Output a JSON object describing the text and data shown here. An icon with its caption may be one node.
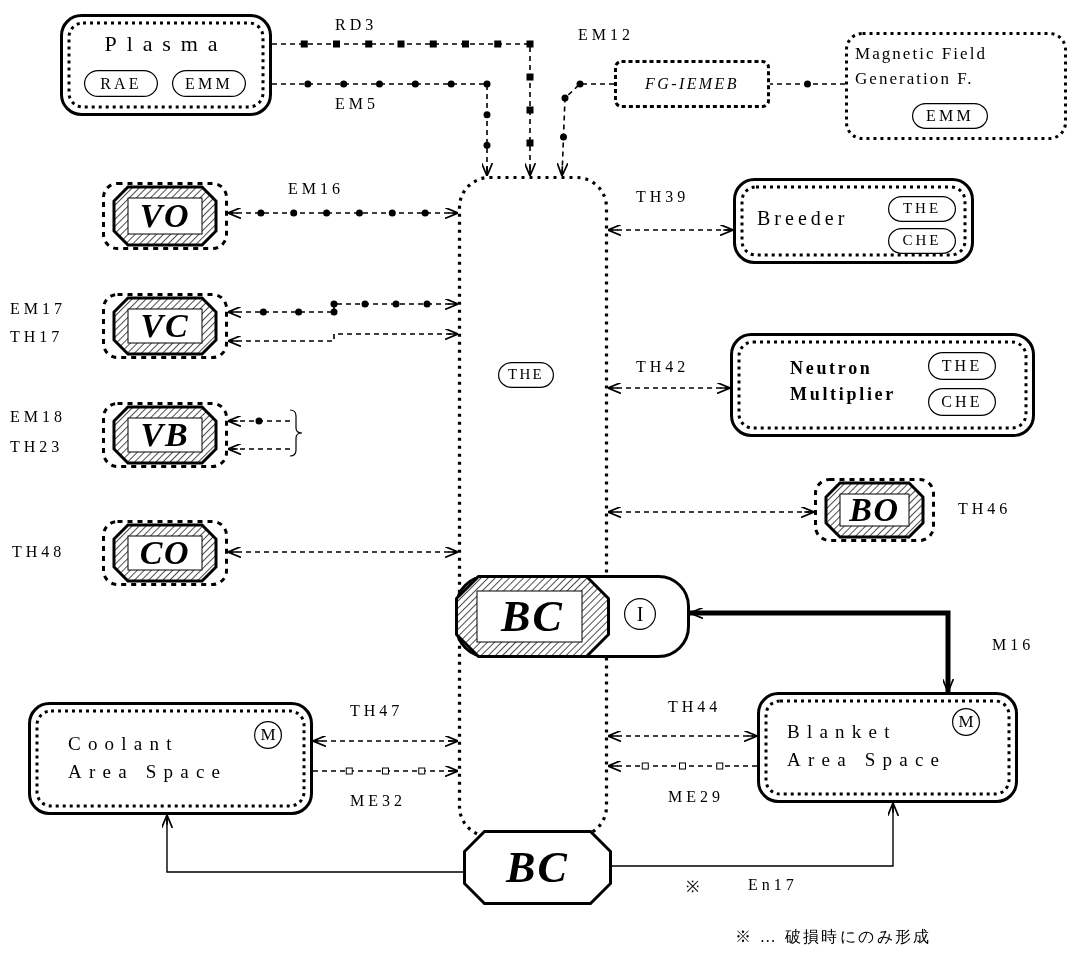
{
  "diagram": {
    "nodes": [
      {
        "text": [
          "Plasma"
        ]
      },
      {
        "text": [
          "RAE"
        ],
        "in": 0
      },
      {
        "text": [
          "EMM"
        ],
        "in": 0
      },
      {
        "text": [
          "FG-IEMEB"
        ]
      },
      {
        "text": [
          "Magnetic Field Generation F."
        ]
      },
      {
        "text": [
          "EMM"
        ],
        "in": 4
      },
      {
        "text": [],
        "shape": "box"
      },
      {
        "text": [
          "THE"
        ],
        "in": 6
      },
      {
        "text": [
          "VO"
        ]
      },
      {
        "text": [
          "VC"
        ],
        "beside": [
          "EM17",
          "TH17"
        ]
      },
      {
        "text": [
          "VB"
        ],
        "beside": [
          "EM18",
          "TH23"
        ]
      },
      {
        "text": [
          "CO"
        ],
        "beside": [
          "TH48"
        ]
      },
      {
        "text": [
          "Breeder"
        ]
      },
      {
        "text": [
          "THE"
        ],
        "in": 12
      },
      {
        "text": [
          "CHE"
        ],
        "in": 12
      },
      {
        "text": [
          "Neutron Multiplier"
        ]
      },
      {
        "text": [
          "THE"
        ],
        "in": 15
      },
      {
        "text": [
          "CHE"
        ],
        "in": 15
      },
      {
        "text": [
          "BO"
        ],
        "beside": [
          "TH46"
        ]
      },
      {
        "text": [],
        "shape": "box"
      },
      {
        "text": [
          "BC"
        ]
      },
      {
        "text": [
          "I"
        ],
        "in": 19
      },
      {
        "text": [
          "Coolant Area Space"
        ]
      },
      {
        "text": [
          "M"
        ],
        "in": 22
      },
      {
        "text": [
          "Blanket Area Space"
        ]
      },
      {
        "text": [
          "M"
        ],
        "in": 24
      },
      {
        "text": [
          "BC"
        ]
      }
    ],
    "edges": [
      {
        "from": 0,
        "to": 6,
        "arrow": "to",
        "label": "RD3",
        "style": "dashed"
      },
      {
        "from": 0,
        "to": 6,
        "arrow": "to",
        "label": "EM5",
        "style": "dashed"
      },
      {
        "from": 3,
        "to": 6,
        "arrow": "to",
        "label": "EM12",
        "style": "dashed"
      },
      {
        "from": 4,
        "to": 3,
        "arrow": "none",
        "style": "dashed"
      },
      {
        "from": 8,
        "to": 6,
        "arrow": "both",
        "label": "EM16",
        "style": "dashed"
      },
      {
        "from": 9,
        "to": 6,
        "arrow": "both",
        "style": "dashed"
      },
      {
        "from": 9,
        "to": 6,
        "arrow": "both",
        "style": "dashed"
      },
      {
        "from": null,
        "to": 10,
        "arrow": "to",
        "style": "dashed"
      },
      {
        "from": null,
        "to": 10,
        "arrow": "to",
        "style": "dashed"
      },
      {
        "from": 11,
        "to": 6,
        "arrow": "both",
        "style": "dashed"
      },
      {
        "from": 6,
        "to": 12,
        "arrow": "both",
        "label": "TH39",
        "style": "dashed"
      },
      {
        "from": 6,
        "to": 15,
        "arrow": "both",
        "label": "TH42",
        "style": "dashed"
      },
      {
        "from": 6,
        "to": 18,
        "arrow": "both",
        "style": "dashed"
      },
      {
        "from": 22,
        "to": 6,
        "arrow": "both",
        "label": "TH47",
        "style": "dashed"
      },
      {
        "from": 22,
        "to": 6,
        "arrow": "to",
        "label": "ME32",
        "style": "dashed"
      },
      {
        "from": 24,
        "to": 6,
        "arrow": "both",
        "label": "TH44",
        "style": "dashed"
      },
      {
        "from": 24,
        "to": 6,
        "arrow": "to",
        "label": "ME29",
        "style": "dashed"
      },
      {
        "from": 19,
        "to": 24,
        "arrow": "both",
        "label": "M16",
        "style": "thick"
      },
      {
        "from": 26,
        "to": 22,
        "arrow": "to"
      },
      {
        "from": 26,
        "to": 24,
        "arrow": "to",
        "label": "En17"
      }
    ],
    "labels": [
      "※",
      "※ … 破損時にのみ形成"
    ]
  }
}
